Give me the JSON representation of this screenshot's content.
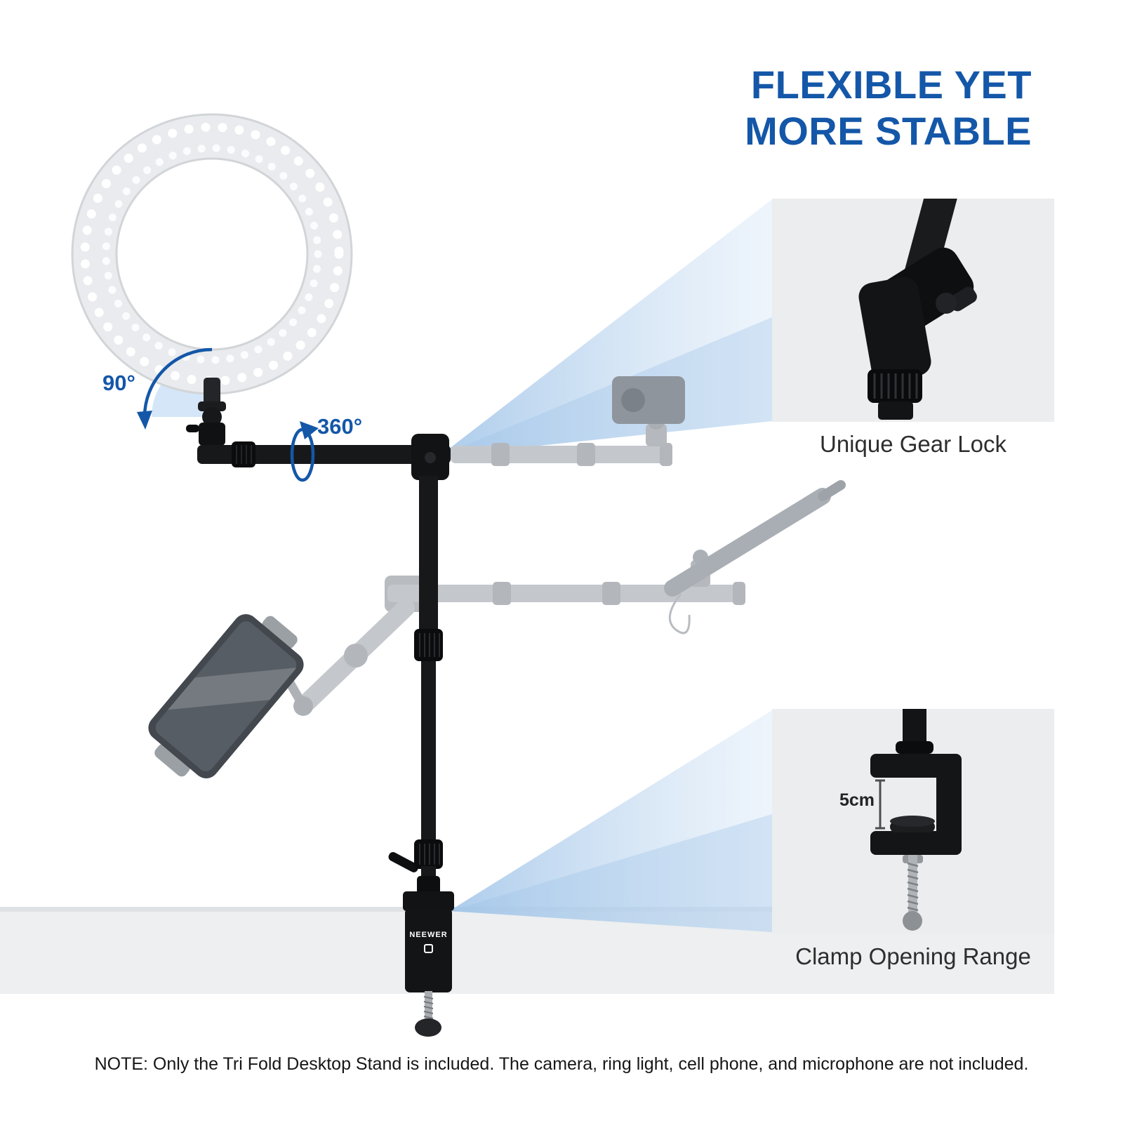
{
  "heading": {
    "line1": "FLEXIBLE YET",
    "line2": "MORE STABLE"
  },
  "annotations": {
    "tilt_angle": "90°",
    "rotation_angle": "360°",
    "clamp_opening": "5cm"
  },
  "callouts": {
    "gear_lock_label": "Unique Gear Lock",
    "clamp_label": "Clamp Opening Range"
  },
  "brand": {
    "name": "NEEWER"
  },
  "note": "NOTE: Only the Tri Fold Desktop Stand is included. The camera, ring light, cell phone, and microphone are not included.",
  "colors": {
    "heading_blue": "#1457a8",
    "annotation_blue": "#1457a8",
    "beam_light": "#ddeaf8",
    "beam_dark": "#9fc3e7",
    "inset_background": "#ebedee",
    "desk_gray": "#edeff0",
    "product_black": "#141414",
    "ghost_gray": "#c4c8cd"
  }
}
